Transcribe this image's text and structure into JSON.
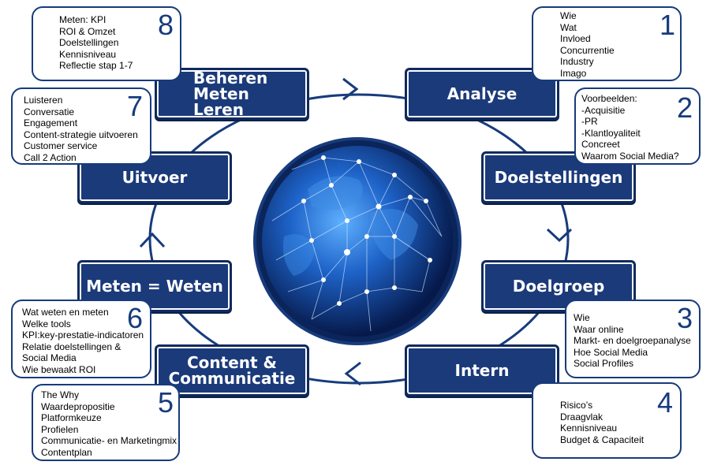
{
  "colors": {
    "accent": "#173b7c",
    "stage_fill": "#1b3a7a",
    "globe": "#1e63c8"
  },
  "stages": {
    "analyse": "Analyse",
    "doelstellingen": "Doelstellingen",
    "doelgroep": "Doelgroep",
    "intern": "Intern",
    "content": "Content &\nCommunicatie",
    "meten_weten": "Meten = Weten",
    "uitvoer": "Uitvoer",
    "beheren": "Beheren\nMeten\nLeren"
  },
  "boxes": {
    "b1": {
      "number": "1",
      "lines": [
        "Wie",
        "Wat",
        "Invloed",
        "Concurrentie",
        "Industry",
        "Imago"
      ]
    },
    "b2": {
      "number": "2",
      "lines": [
        "Voorbeelden:",
        "-Acquisitie",
        "-PR",
        "-Klantloyaliteit",
        "Concreet",
        "Waarom Social Media?"
      ]
    },
    "b3": {
      "number": "3",
      "lines": [
        "Wie",
        "Waar online",
        "Markt- en doelgroepanalyse",
        "Hoe Social Media",
        "Social Profiles"
      ]
    },
    "b4": {
      "number": "4",
      "lines": [
        "Risico’s",
        "Draagvlak",
        "Kennisniveau",
        "Budget & Capaciteit"
      ]
    },
    "b5": {
      "number": "5",
      "lines": [
        "The Why",
        "Waardepropositie",
        "Platformkeuze",
        "Profielen",
        "Communicatie- en Marketingmix",
        "Contentplan"
      ]
    },
    "b6": {
      "number": "6",
      "lines": [
        "Wat weten en meten",
        "Welke tools",
        "KPI:key-prestatie-indicatoren",
        "Relatie doelstellingen &",
        "Social Media",
        "Wie bewaakt ROI"
      ]
    },
    "b7": {
      "number": "7",
      "lines": [
        "Luisteren",
        "Conversatie",
        "Engagement",
        "Content-strategie uitvoeren",
        "Customer service",
        "Call 2 Action"
      ]
    },
    "b8": {
      "number": "8",
      "lines": [
        "Meten: KPI",
        "ROI & Omzet",
        "Doelstellingen",
        "Kennisniveau",
        "Reflectie stap 1-7"
      ]
    }
  }
}
